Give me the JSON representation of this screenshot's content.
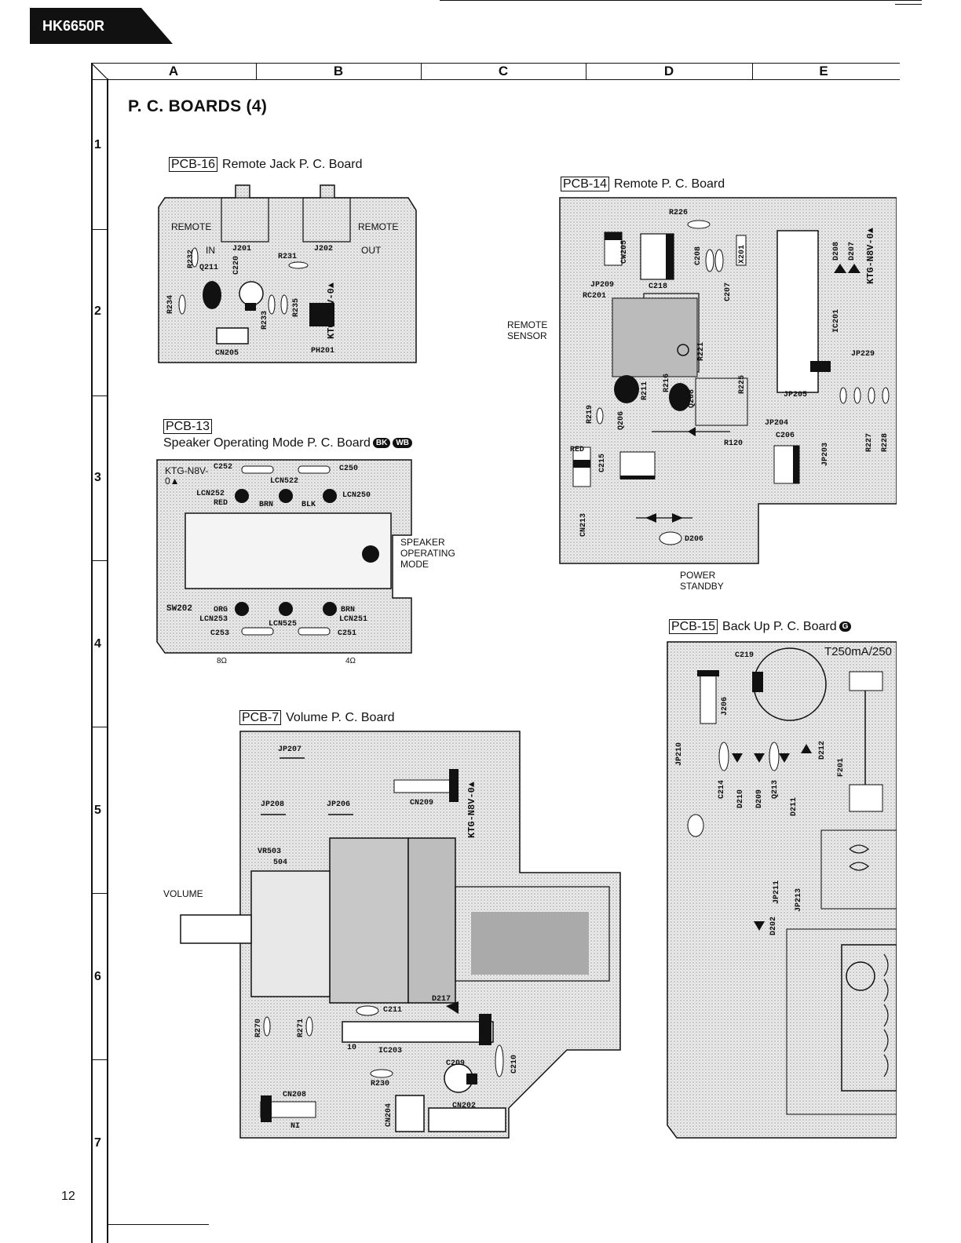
{
  "model": "HK6650R",
  "page_number": "12",
  "title": "P. C. BOARDS (4)",
  "grid": {
    "columns": [
      "A",
      "B",
      "C",
      "D",
      "E"
    ],
    "rows": [
      "1",
      "2",
      "3",
      "4",
      "5",
      "6",
      "7"
    ]
  },
  "boards": {
    "pcb16": {
      "id": "PCB-16",
      "name": "Remote Jack P. C. Board",
      "labels": {
        "remote_in": "REMOTE",
        "in": "IN",
        "remote_out": "REMOTE",
        "out": "OUT",
        "ktg": "KTG-N8V-0▲"
      },
      "components": [
        "J201",
        "J202",
        "R232",
        "Q211",
        "C220",
        "R231",
        "R234",
        "R233",
        "R235",
        "CN205",
        "PH201"
      ]
    },
    "pcb14": {
      "id": "PCB-14",
      "name": "Remote P. C. Board",
      "callouts": {
        "remote_sensor": "REMOTE SENSOR",
        "power_standby": "POWER STANDBY"
      },
      "labels": {
        "ktg": "KTG-N8V-0▲",
        "red": "RED"
      },
      "components": [
        "R226",
        "CW205",
        "C208",
        "X201",
        "C218",
        "JP209",
        "RC201",
        "C207",
        "D208",
        "D207",
        "IC201",
        "R219",
        "Q206",
        "R216",
        "Q208",
        "R211",
        "R221",
        "R225",
        "JP205",
        "JP229",
        "JP204",
        "C206",
        "JP203",
        "R120",
        "C215",
        "CN213",
        "D206",
        "R227",
        "R228"
      ]
    },
    "pcb13": {
      "id": "PCB-13",
      "name": "Speaker Operating Mode  P. C. Board",
      "badges": [
        "BK",
        "WB"
      ],
      "callouts": {
        "speaker_mode": "SPEAKER OPERATING MODE"
      },
      "labels": {
        "ktg": "KTG-N8V-0▲",
        "ohm8": "8Ω",
        "ohm4": "4Ω",
        "red": "RED",
        "brn": "BRN",
        "blk": "BLK",
        "org": "ORG"
      },
      "components": [
        "C252",
        "C250",
        "LCN522",
        "LCN252",
        "LCN250",
        "SW202",
        "LCN253",
        "LCN525",
        "LCN251",
        "C253",
        "C251"
      ]
    },
    "pcb15": {
      "id": "PCB-15",
      "name": "Back Up P. C. Board",
      "fuse": "T250mA/250",
      "components": [
        "C219",
        "J206",
        "JP210",
        "C214",
        "D210",
        "D209",
        "Q213",
        "D211",
        "D212",
        "F201",
        "JP211",
        "D202",
        "JP213"
      ]
    },
    "pcb7": {
      "id": "PCB-7",
      "name": "Volume P. C. Board",
      "callouts": {
        "volume": "VOLUME"
      },
      "labels": {
        "ktg": "KTG-N8V-0▲",
        "ni": "NI",
        "ten": "10"
      },
      "components": [
        "JP207",
        "JP208",
        "JP206",
        "CN209",
        "VR503",
        "504",
        "R270",
        "R271",
        "C211",
        "D217",
        "IC203",
        "C209",
        "C210",
        "R230",
        "CN208",
        "CN204",
        "CN202"
      ]
    }
  },
  "colors": {
    "ink": "#111111",
    "board_fill": "#d8d8d8",
    "paper": "#ffffff"
  }
}
